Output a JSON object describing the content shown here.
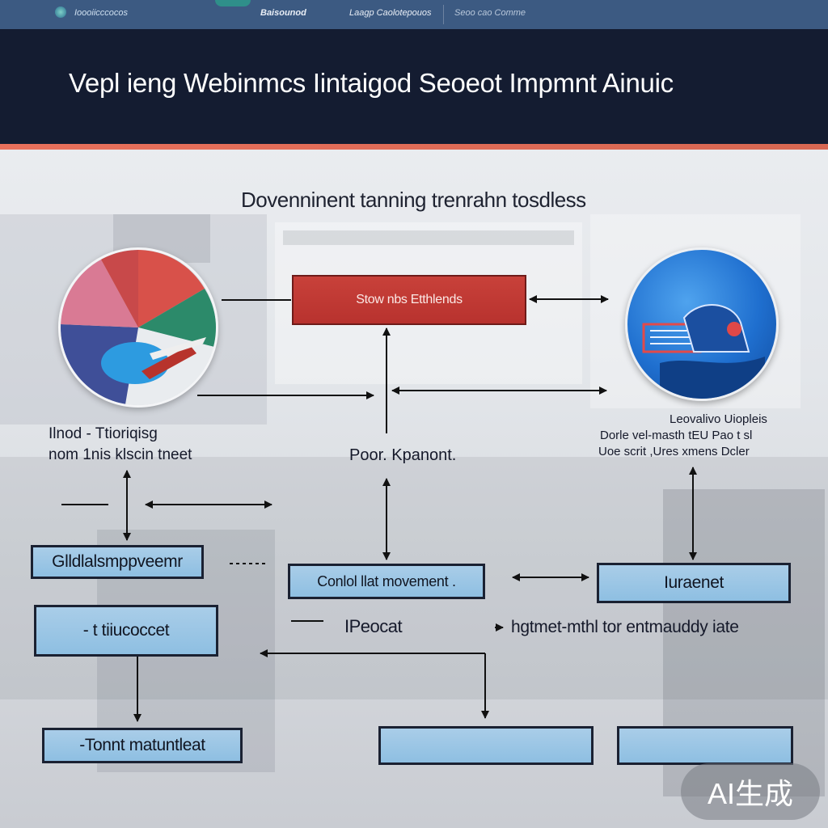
{
  "topbar": {
    "left_text": "Ioooiicccocos",
    "center_text": "Baisounod",
    "right_text": "Laagp Caolotepouos",
    "far_right_text": "Seoo cao Comme"
  },
  "header": {
    "title": "Vepl ieng  Webinmcs Iintaigod Seoeot Impmnt Ainuic"
  },
  "diagram": {
    "subtitle": "Dovenninent tanning trenrahn tosdless",
    "red_box": "Stow nbs Etthlends",
    "left_label_line1": "Ilnod - Ttioriqisg",
    "left_label_line2": "nom 1nis klscin tneet",
    "center_label": "Poor. Kpanont.",
    "right_label_line1": "Leovalivo Uiopleis",
    "right_label_line2": "Dorle vel-masth tEU Pao t sl",
    "right_label_line3": "Uoe scrit ,Ures xmens Dcler",
    "box_left_top": "Glldlalsmppveemr",
    "box_center_top": "Conlol llat movement .",
    "box_right_top": "Iuraenet",
    "box_left_mid": "- t tiiucoccet",
    "center_mid_label": "IPeocat",
    "right_mid_label": "hgtmet-mthl tor entmauddy iate",
    "box_bottom_left": "-Tonnt matuntleat",
    "box_bottom_center": "",
    "box_bottom_right": ""
  },
  "watermark": "AI生成",
  "colors": {
    "hero_bg": "#141c31",
    "topbar_bg": "#3c5a82",
    "accent": "#e8705c",
    "box_blue": "#8ebfe2",
    "box_red": "#b8322e"
  }
}
